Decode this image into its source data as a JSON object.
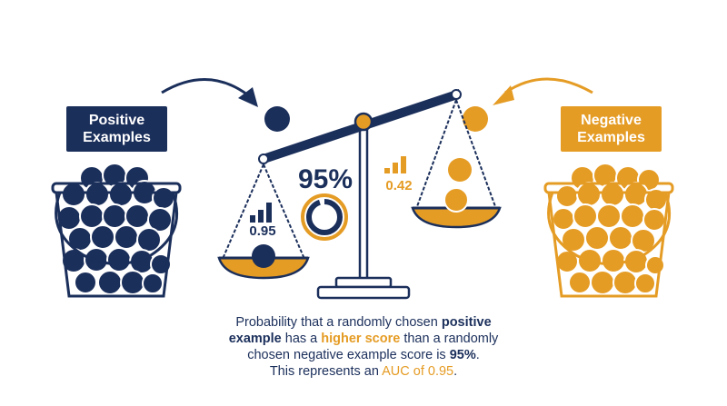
{
  "labels": {
    "positive_line1": "Positive",
    "positive_line2": "Examples",
    "negative_line1": "Negative",
    "negative_line2": "Examples"
  },
  "scores": {
    "percent": "95%",
    "positive_score": "0.95",
    "negative_score": "0.42"
  },
  "gauge_fraction": 0.95,
  "caption": {
    "t1": "Probability that a randomly chosen ",
    "t2": "positive",
    "t3": "example",
    "t4": " has a ",
    "t5": "higher score",
    "t6": " than a randomly",
    "t7": "chosen negative example score is ",
    "t8": "95%",
    "t9": ".",
    "t10": "This represents an ",
    "t11": "AUC of 0.95",
    "t12": "."
  },
  "colors": {
    "navy": "#1b2f5b",
    "gold": "#e59c25",
    "white": "#ffffff"
  },
  "icons": [
    "bucket-icon",
    "ball-icon",
    "balance-scale-icon",
    "bar-chart-icon",
    "curved-arrow-icon",
    "gauge-ring-icon"
  ]
}
